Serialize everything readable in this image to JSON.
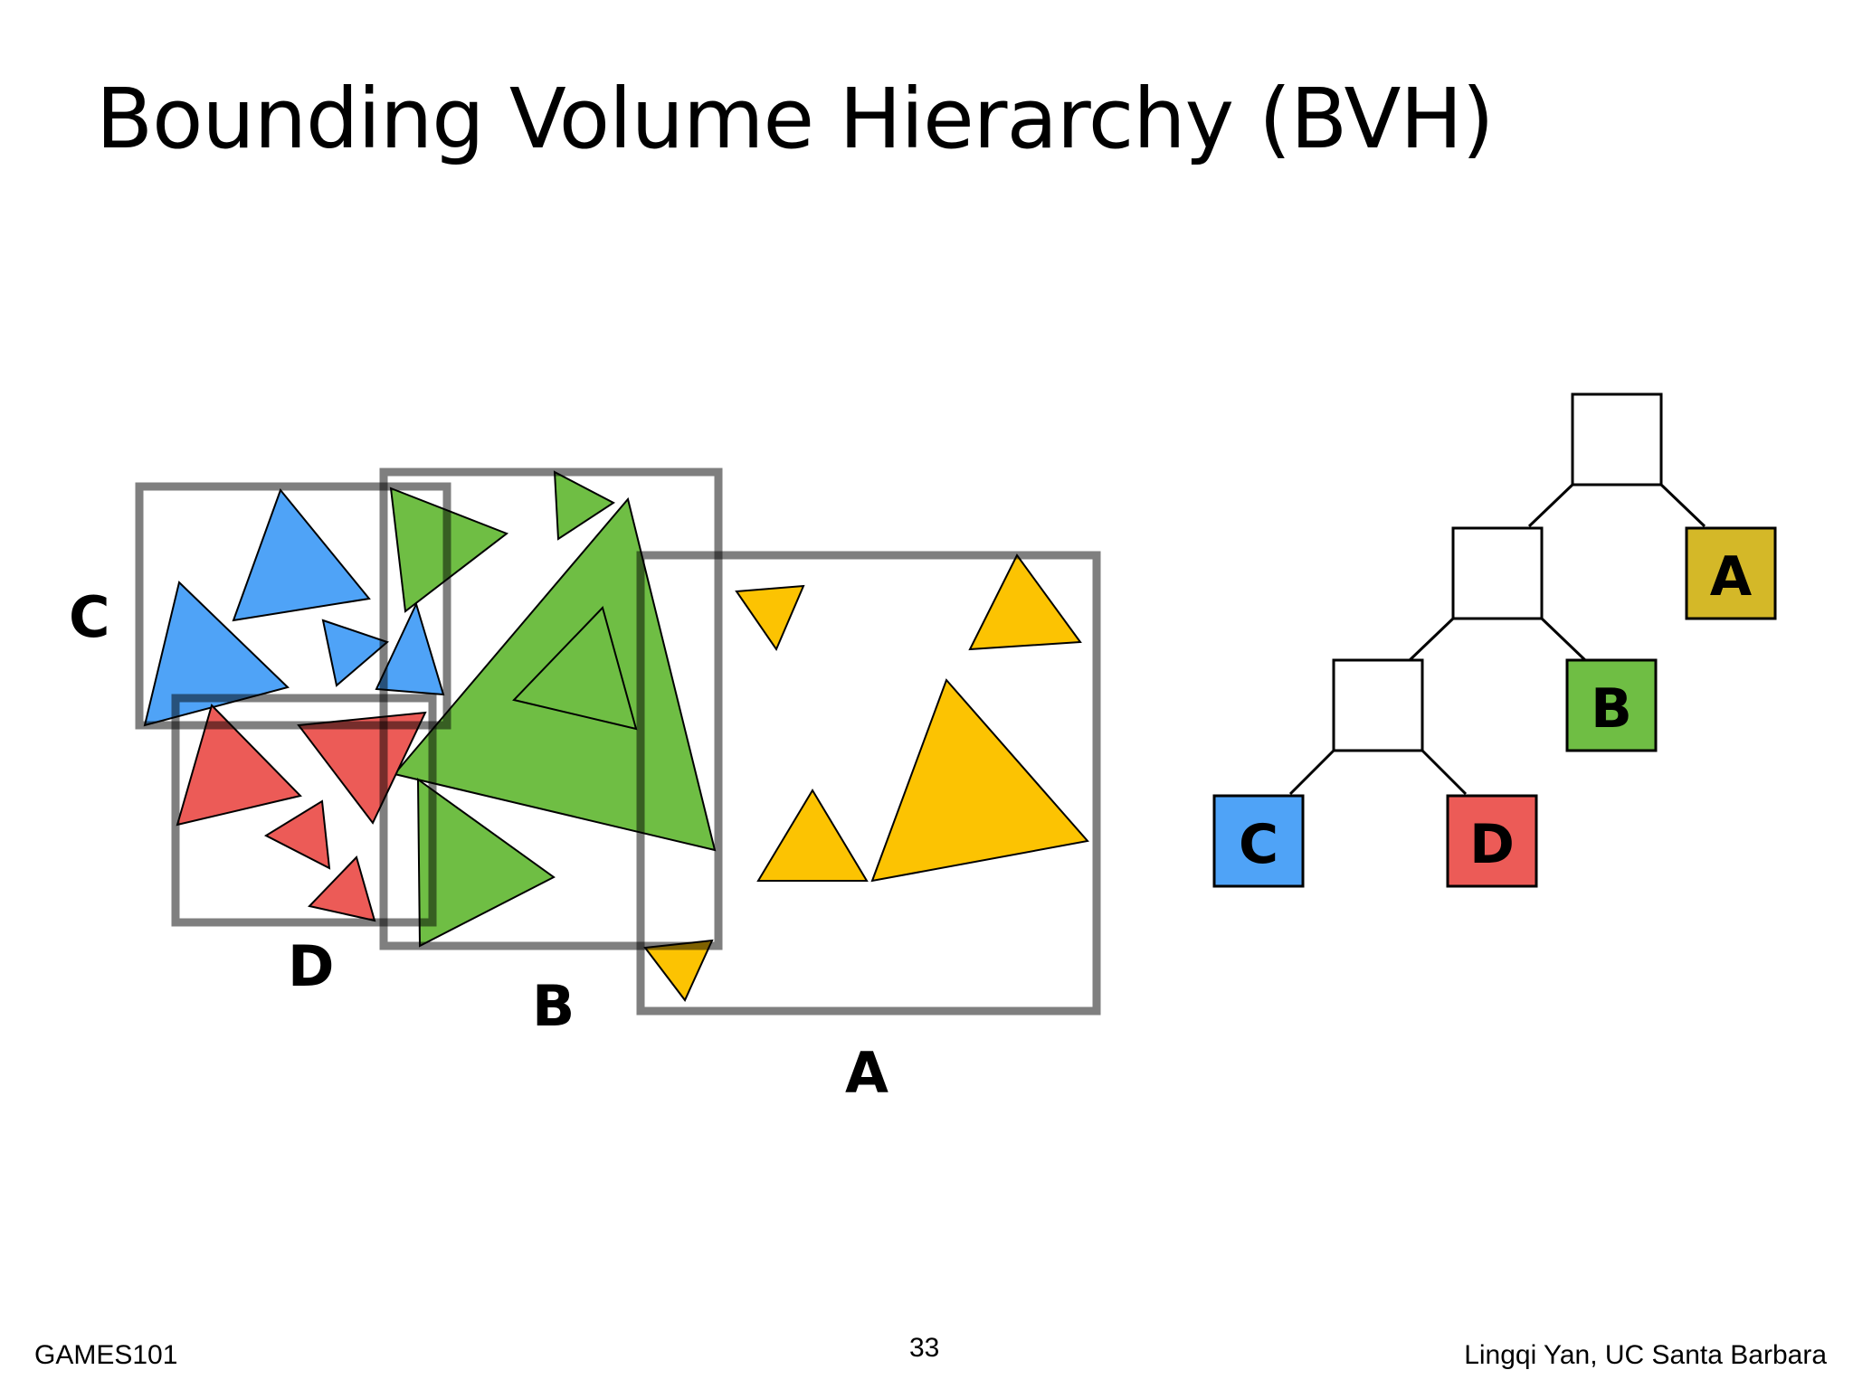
{
  "title": "Bounding Volume Hierarchy (BVH)",
  "footer": {
    "course": "GAMES101",
    "page_number": "33",
    "author": "Lingqi Yan, UC Santa Barbara"
  },
  "region_labels": {
    "a": "A",
    "b": "B",
    "c": "C",
    "d": "D"
  },
  "tree": {
    "root": "",
    "inner_left": "",
    "inner_bottom": "",
    "leaf_a": "A",
    "leaf_b": "B",
    "leaf_c": "C",
    "leaf_d": "D"
  },
  "colors": {
    "blue": "#4FA3F7",
    "red": "#EC5B57",
    "green": "#6FBE44",
    "yellow": "#FCC302",
    "node_a": "#D4B828",
    "box_stroke": "#7a7a7a"
  }
}
